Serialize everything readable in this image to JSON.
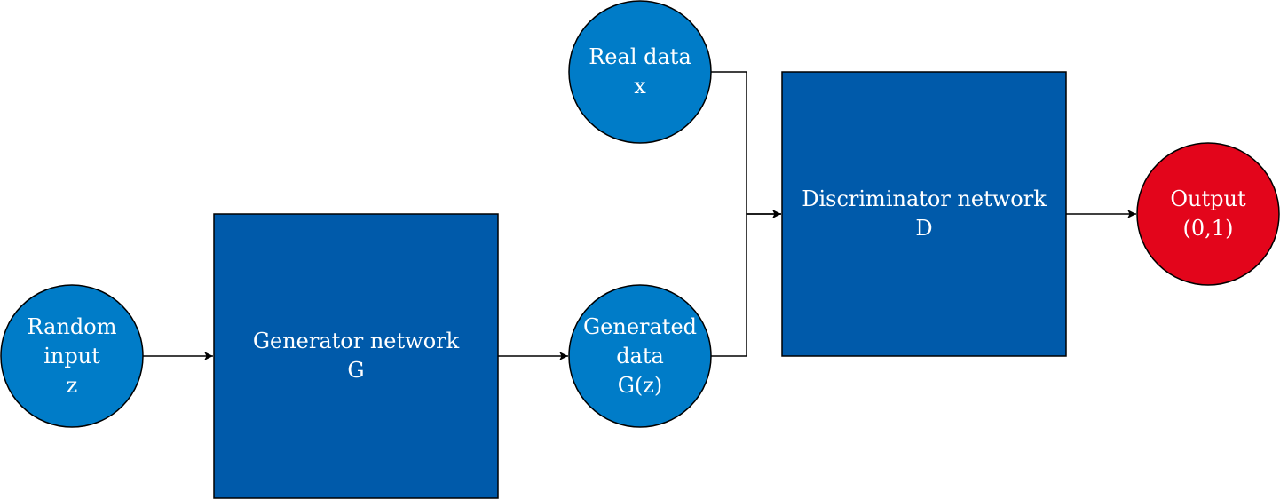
{
  "colors": {
    "circle_fill": "#007CC8",
    "box_fill": "#005AAA",
    "output_fill": "#E3051B",
    "stroke": "#000000",
    "text": "#FFFFFF"
  },
  "nodes": {
    "random_input": {
      "lines": [
        "Random",
        "input",
        "z"
      ]
    },
    "generator": {
      "lines": [
        "Generator network",
        "G"
      ]
    },
    "generated_data": {
      "lines": [
        "Generated",
        "data",
        "G(z)"
      ]
    },
    "real_data": {
      "lines": [
        "Real data",
        "x"
      ]
    },
    "discriminator": {
      "lines": [
        "Discriminator network",
        "D"
      ]
    },
    "output": {
      "lines": [
        "Output",
        "(0,1)"
      ]
    }
  },
  "edges": [
    {
      "from": "random_input",
      "to": "generator"
    },
    {
      "from": "generator",
      "to": "generated_data"
    },
    {
      "from": "generated_data",
      "to": "discriminator"
    },
    {
      "from": "real_data",
      "to": "discriminator"
    },
    {
      "from": "discriminator",
      "to": "output"
    }
  ]
}
